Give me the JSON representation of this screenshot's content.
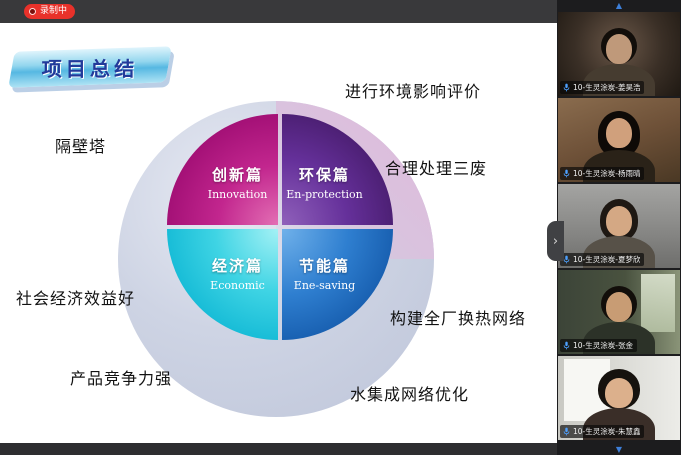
{
  "top_bar": {
    "recording_label": "录制中"
  },
  "icons": {
    "scroll_up": "▲",
    "scroll_down": "▼",
    "collapse_chevron": "›"
  },
  "colors": {
    "recording_red": "#e8312a",
    "scroll_arrow_blue": "#3d7fd9",
    "quadrant_innovation": "#b5006e",
    "quadrant_environment": "#5a2a7a",
    "quadrant_economic": "#00b6d4",
    "quadrant_energy": "#1565c0",
    "outer_ring": "#ced4e4",
    "outer_ring_pink": "#e0b9db",
    "banner_cyan": "#56b8e2"
  },
  "slide": {
    "title": "项目总结",
    "quadrants": [
      {
        "id": "innovation",
        "zh": "创新篇",
        "en": "Innovation",
        "color": "#b5006e"
      },
      {
        "id": "environment",
        "zh": "环保篇",
        "en": "En-protection",
        "color": "#5a2a7a"
      },
      {
        "id": "economic",
        "zh": "经济篇",
        "en": "Economic",
        "color": "#00b6d4"
      },
      {
        "id": "energy",
        "zh": "节能篇",
        "en": "Ene-saving",
        "color": "#1565c0"
      }
    ],
    "labels": [
      {
        "text": "隔壁塔"
      },
      {
        "text": "进行环境影响评价"
      },
      {
        "text": "合理处理三废"
      },
      {
        "text": "社会经济效益好"
      },
      {
        "text": "产品竞争力强"
      },
      {
        "text": "构建全厂换热网络"
      },
      {
        "text": "水集成网络优化"
      }
    ]
  },
  "sidebar": {
    "participants": [
      {
        "name": "10-生灵涂炭-姜昊浩"
      },
      {
        "name": "10-生灵涂炭-杨雨晴"
      },
      {
        "name": "10-生灵涂炭-夏梦欣"
      },
      {
        "name": "10-生灵涂炭-张金"
      },
      {
        "name": "10-生灵涂炭-朱慧鑫"
      }
    ]
  }
}
